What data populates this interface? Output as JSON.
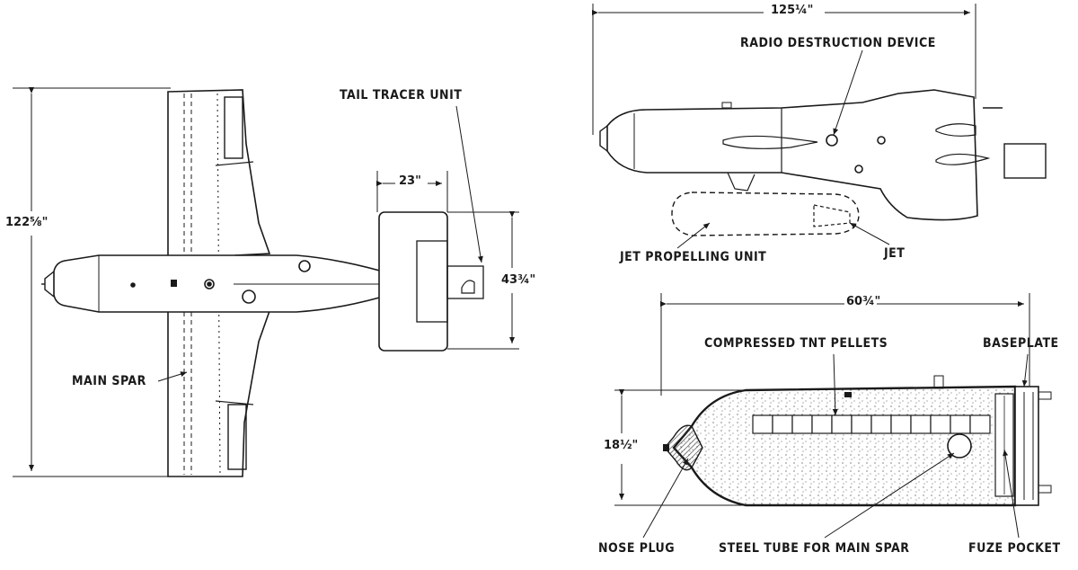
{
  "top_view": {
    "dim_span": "122⅝\"",
    "dim_tail_length": "23\"",
    "dim_tail_width": "43¾\"",
    "label_tail_tracer": "TAIL TRACER UNIT",
    "label_main_spar": "MAIN SPAR"
  },
  "side_view": {
    "dim_length": "125¼\"",
    "label_radio_device": "RADIO DESTRUCTION DEVICE",
    "label_jet_unit": "JET PROPELLING UNIT",
    "label_jet": "JET"
  },
  "warhead_view": {
    "dim_length": "60¾\"",
    "dim_diameter": "18½\"",
    "label_tnt": "COMPRESSED TNT PELLETS",
    "label_baseplate": "BASEPLATE",
    "label_nose_plug": "NOSE PLUG",
    "label_steel_tube": "STEEL TUBE FOR MAIN SPAR",
    "label_fuze_pocket": "FUZE POCKET"
  },
  "colors": {
    "ink": "#1a1a1a",
    "paper": "#ffffff"
  }
}
